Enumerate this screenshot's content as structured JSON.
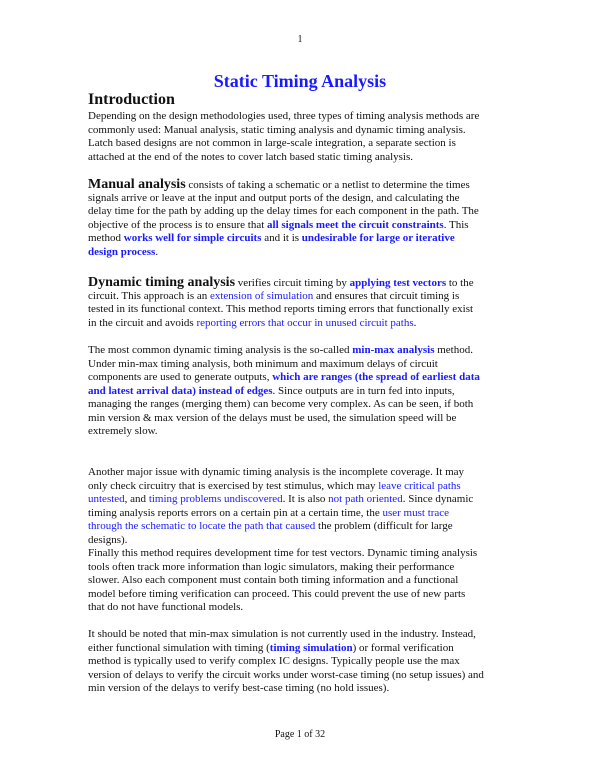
{
  "header": {
    "page_number": "1"
  },
  "title": "Static Timing Analysis",
  "section_heading": "Introduction",
  "paragraphs": [
    [
      [
        {
          "t": "Depending on the design methodologies used, three types of timing analysis methods are",
          "s": "n"
        }
      ],
      [
        {
          "t": "commonly used: Manual analysis, static timing analysis and dynamic timing analysis.",
          "s": "n"
        }
      ],
      [
        {
          "t": "Latch based designs are not common in large-scale integration, a separate section is",
          "s": "n"
        }
      ],
      [
        {
          "t": "attached at the end of the notes to cover latch based static timing analysis.",
          "s": "n"
        }
      ]
    ],
    [
      [
        {
          "t": "Manual analysis",
          "s": "b"
        },
        {
          "t": " consists of taking a schematic or a netlist to determine the times",
          "s": "n"
        }
      ],
      [
        {
          "t": "signals arrive or leave at the input and output ports of the design, and calculating the",
          "s": "n"
        }
      ],
      [
        {
          "t": "delay time for the path by adding up the delay times for each component in the path. The",
          "s": "n"
        }
      ],
      [
        {
          "t": "objective of the process is to ensure that ",
          "s": "n"
        },
        {
          "t": "all signals meet the circuit constraints",
          "s": "bl"
        },
        {
          "t": ". This",
          "s": "n"
        }
      ],
      [
        {
          "t": "method ",
          "s": "n"
        },
        {
          "t": "works well for simple circuits",
          "s": "bl"
        },
        {
          "t": " and it is ",
          "s": "n"
        },
        {
          "t": "undesirable for large or iterative",
          "s": "bl"
        }
      ],
      [
        {
          "t": "design process",
          "s": "bl"
        },
        {
          "t": ".",
          "s": "n"
        }
      ]
    ],
    [
      [
        {
          "t": "Dynamic timing analysis",
          "s": "b"
        },
        {
          "t": " verifies circuit timing by ",
          "s": "n"
        },
        {
          "t": "applying test vectors",
          "s": "bl"
        },
        {
          "t": " to the",
          "s": "n"
        }
      ],
      [
        {
          "t": "circuit. This approach is an ",
          "s": "n"
        },
        {
          "t": "extension of simulation",
          "s": "l"
        },
        {
          "t": " and ensures that circuit timing is",
          "s": "n"
        }
      ],
      [
        {
          "t": "tested in its functional context. This method reports timing errors that functionally exist",
          "s": "n"
        }
      ],
      [
        {
          "t": "in the circuit and avoids ",
          "s": "n"
        },
        {
          "t": "reporting errors that occur in unused circuit paths",
          "s": "l"
        },
        {
          "t": ".",
          "s": "n"
        }
      ]
    ],
    [
      [
        {
          "t": "The most common dynamic timing analysis is the so-called ",
          "s": "n"
        },
        {
          "t": "min-max analysis",
          "s": "bl"
        },
        {
          "t": " method.",
          "s": "n"
        }
      ],
      [
        {
          "t": "Under min-max timing analysis, both minimum and maximum delays of circuit",
          "s": "n"
        }
      ],
      [
        {
          "t": "components are used to generate outputs, ",
          "s": "n"
        },
        {
          "t": "which are ranges (the spread of earliest data",
          "s": "bl"
        }
      ],
      [
        {
          "t": "and latest arrival data) instead of edges",
          "s": "bl"
        },
        {
          "t": ". Since outputs are in turn fed into inputs,",
          "s": "n"
        }
      ],
      [
        {
          "t": "managing the ranges (merging them) can become very complex. As can be seen, if both",
          "s": "n"
        }
      ],
      [
        {
          "t": "min version & max version of the delays must be used, the simulation speed will be",
          "s": "n"
        }
      ],
      [
        {
          "t": "extremely slow.",
          "s": "n"
        }
      ]
    ],
    [
      [
        {
          "t": "Another major issue with dynamic timing analysis is the incomplete coverage. It may",
          "s": "n"
        }
      ],
      [
        {
          "t": "only check circuitry that is exercised by test stimulus, which may ",
          "s": "n"
        },
        {
          "t": "leave critical paths",
          "s": "l"
        }
      ],
      [
        {
          "t": "untested",
          "s": "l"
        },
        {
          "t": ", and ",
          "s": "n"
        },
        {
          "t": "timing problems undiscovered",
          "s": "l"
        },
        {
          "t": ". It is also ",
          "s": "n"
        },
        {
          "t": "not path oriented",
          "s": "l"
        },
        {
          "t": ". Since dynamic",
          "s": "n"
        }
      ],
      [
        {
          "t": "timing analysis reports errors on a certain pin at a certain time, the ",
          "s": "n"
        },
        {
          "t": "user must trace",
          "s": "l"
        }
      ],
      [
        {
          "t": "through the schematic to locate the path that caused",
          "s": "l"
        },
        {
          "t": " the problem (difficult for large",
          "s": "n"
        }
      ],
      [
        {
          "t": "designs).",
          "s": "n"
        }
      ]
    ],
    [
      [
        {
          "t": "Finally this method requires development time for test vectors. Dynamic timing analysis",
          "s": "n"
        }
      ],
      [
        {
          "t": "tools often track more information than logic simulators, making their performance",
          "s": "n"
        }
      ],
      [
        {
          "t": "slower. Also each component must contain both timing information and a functional",
          "s": "n"
        }
      ],
      [
        {
          "t": "model before timing verification can proceed. This could prevent the use of new parts",
          "s": "n"
        }
      ],
      [
        {
          "t": "that do not have functional models.",
          "s": "n"
        }
      ]
    ],
    [
      [
        {
          "t": "It should be noted that min-max simulation is not currently used in the industry. Instead,",
          "s": "n"
        }
      ],
      [
        {
          "t": "either functional simulation with timing (",
          "s": "n"
        },
        {
          "t": "timing simulation",
          "s": "bl"
        },
        {
          "t": ") or formal verification",
          "s": "n"
        }
      ],
      [
        {
          "t": "method is typically used to verify complex IC designs. Typically people use the max",
          "s": "n"
        }
      ],
      [
        {
          "t": "version of delays to verify the circuit works under worst-case timing (no setup issues) and",
          "s": "n"
        }
      ],
      [
        {
          "t": "min version of the delays to verify best-case timing (no hold issues).",
          "s": "n"
        }
      ]
    ]
  ],
  "footer": {
    "page_label": "Page 1 of 32"
  }
}
